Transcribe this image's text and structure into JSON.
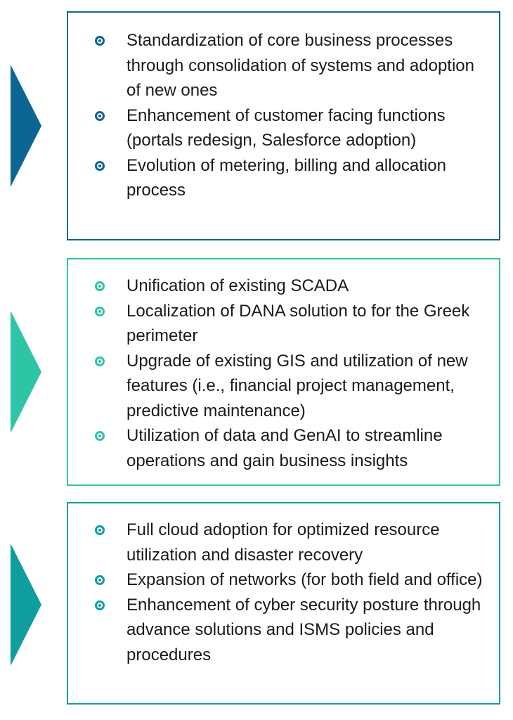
{
  "colors": {
    "blue": "#0b6696",
    "mint": "#2cc6a6",
    "teal": "#0f9e9e",
    "text": "#1a1a1a"
  },
  "panels": [
    {
      "items": [
        {
          "text": "Standardization of core business processes through consolidation of systems and adoption of new ones"
        },
        {
          "text": "Enhancement of customer facing functions (portals redesign, Salesforce adoption)"
        },
        {
          "text": "Evolution of metering, billing and allocation process"
        }
      ]
    },
    {
      "items": [
        {
          "text": "Unification of existing SCADA"
        },
        {
          "text": "Localization of DANA solution to for the Greek perimeter"
        },
        {
          "text": "Upgrade of existing GIS and utilization of new features (i.e., financial project management, predictive maintenance)"
        },
        {
          "text": "Utilization of data and GenAI to streamline operations and gain business insights"
        }
      ]
    },
    {
      "items": [
        {
          "text": "Full cloud adoption for optimized resource utilization and disaster recovery"
        },
        {
          "text": "Expansion of networks (for both field and office)"
        },
        {
          "text": "Enhancement of cyber security posture through advance solutions and ISMS policies and procedures"
        }
      ]
    }
  ]
}
